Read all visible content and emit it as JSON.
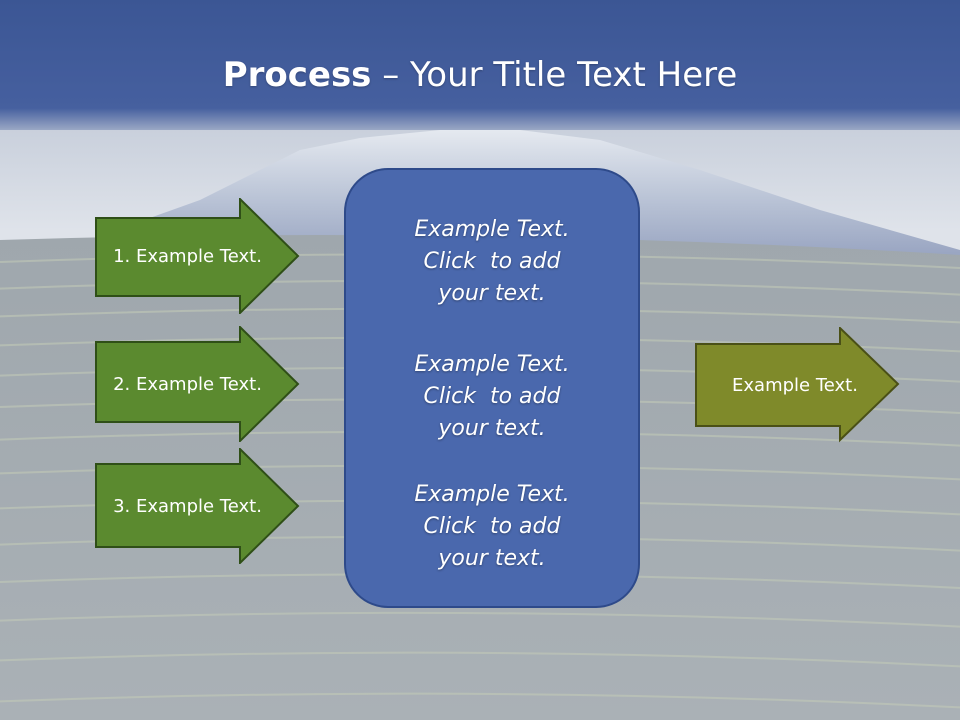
{
  "title": {
    "bold": "Process",
    "rest": " – Your Title Text Here"
  },
  "left_arrows": [
    {
      "label": "1. Example Text."
    },
    {
      "label": "2. Example Text."
    },
    {
      "label": "3. Example Text."
    }
  ],
  "center_box": {
    "blocks": [
      {
        "lines": [
          "Example Text.",
          "Click  to add",
          "your text."
        ]
      },
      {
        "lines": [
          "Example Text.",
          "Click  to add",
          "your text."
        ]
      },
      {
        "lines": [
          "Example Text.",
          "Click  to add",
          "your text."
        ]
      }
    ]
  },
  "right_arrow": {
    "label": "Example Text."
  },
  "colors": {
    "header_blue": "#3f5a97",
    "arrow_green": "#5b8a2f",
    "arrow_green_border": "#2f4f17",
    "arrow_olive": "#7f8a2a",
    "arrow_olive_border": "#4a5016",
    "box_blue": "#4a68ad"
  }
}
